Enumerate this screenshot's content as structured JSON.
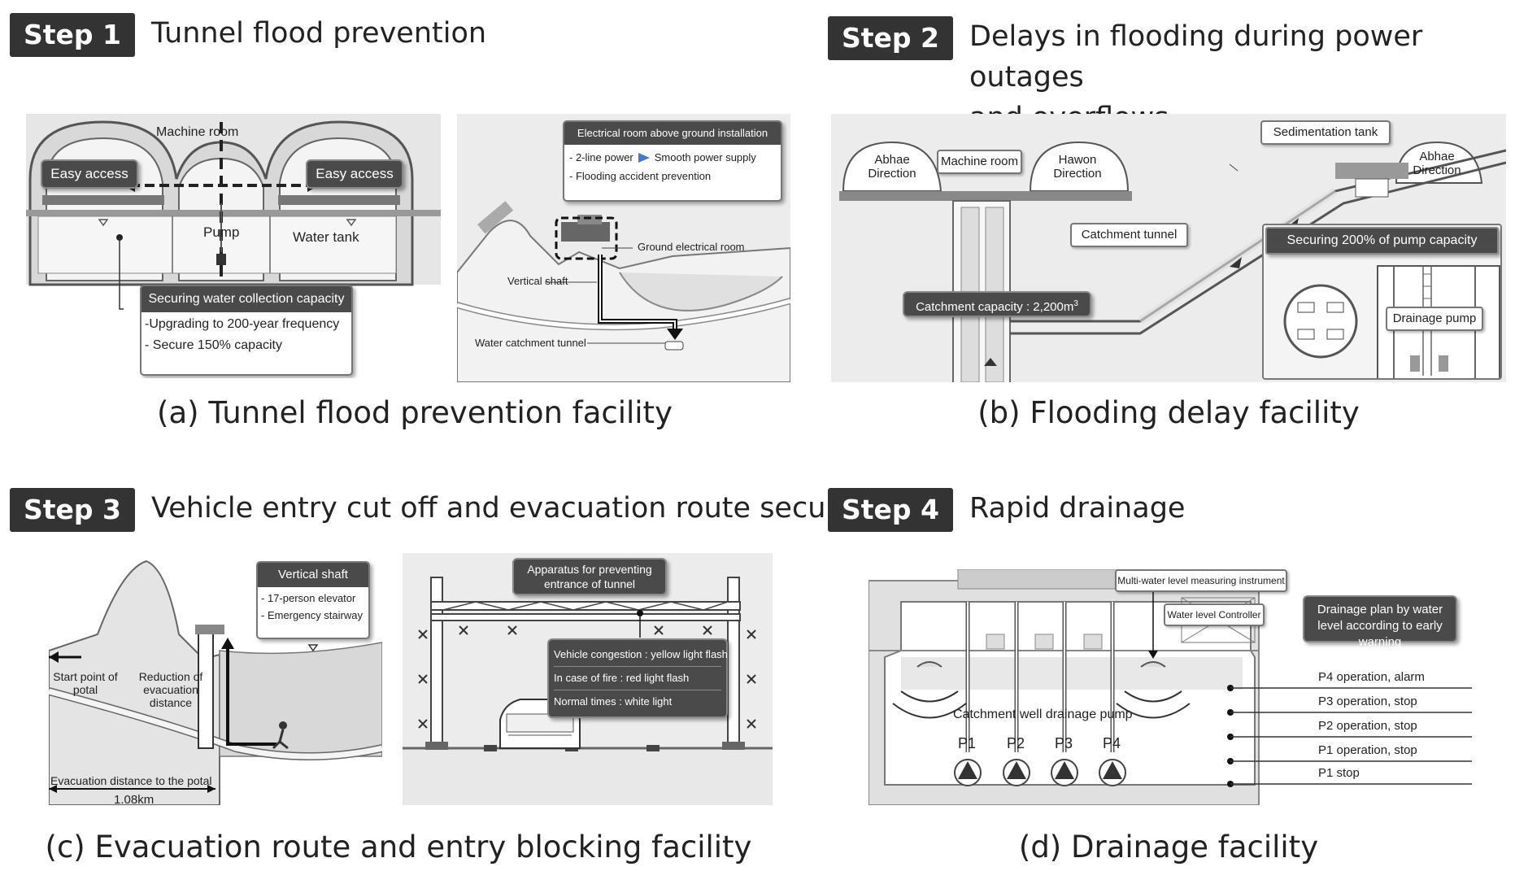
{
  "steps": [
    {
      "badge": "Step 1",
      "title_lines": [
        "Tunnel flood prevention"
      ]
    },
    {
      "badge": "Step 2",
      "title_lines": [
        "Delays in flooding during power outages",
        "and overflows"
      ]
    },
    {
      "badge": "Step 3",
      "title_lines": [
        "Vehicle entry cut off and evacuation route secure"
      ]
    },
    {
      "badge": "Step 4",
      "title_lines": [
        "Rapid drainage"
      ]
    }
  ],
  "captions": {
    "a": "(a) Tunnel flood prevention facility",
    "b": "(b) Flooding delay facility",
    "c": "(c) Evacuation route and entry blocking facility",
    "d": "(d) Drainage facility"
  },
  "panel_a": {
    "machine_room": "Machine room",
    "easy_access": "Easy access",
    "pump": "Pump",
    "water_tank": "Water tank",
    "capacity_box": {
      "title": "Securing water collection capacity",
      "lines": [
        "-Upgrading to 200-year frequency",
        "- Secure 150% capacity"
      ]
    },
    "electrical_box": {
      "title": "Electrical room above ground installation",
      "line1_left": "- 2-line power",
      "line1_right": "Smooth power supply",
      "line2": "- Flooding accident prevention"
    },
    "ground_electrical_room": "Ground electrical room",
    "vertical_shaft": "Vertical shaft",
    "water_catchment_tunnel": "Water catchment tunnel"
  },
  "panel_b": {
    "abhae_direction": "Abhae Direction",
    "machine_room": "Machine room",
    "hawon_direction": "Hawon Direction",
    "sedimentation_tank": "Sedimentation tank",
    "catchment_tunnel": "Catchment tunnel",
    "catchment_capacity_prefix": "Catchment capacity : 2,200m",
    "catchment_capacity_sup": "3",
    "pump_capacity": "Securing 200% of pump capacity",
    "drainage_pump": "Drainage pump"
  },
  "panel_c": {
    "vertical_shaft_box": {
      "title": "Vertical shaft",
      "lines": [
        "- 17-person elevator",
        "- Emergency stairway"
      ]
    },
    "start_point": "Start point of potal",
    "reduction": "Reduction of evacuation distance",
    "evacuation_distance": "Evacuation distance to the potal",
    "distance_value": "1.08km",
    "apparatus": "Apparatus for preventing entrance of tunnel",
    "lights": [
      "Vehicle congestion : yellow light flash",
      "In case of fire : red light flash",
      "Normal times : white light"
    ]
  },
  "panel_d": {
    "multi_water": "Multi-water level measuring instrument",
    "water_level_controller": "Water level Controller",
    "drainage_plan": "Drainage plan by water level according to early warning",
    "catchment_well_pump": "Catchment well drainage pump",
    "pumps": [
      "P1",
      "P2",
      "P3",
      "P4"
    ],
    "levels": [
      "P4 operation, alarm",
      "P3 operation, stop",
      "P2 operation, stop",
      "P1 operation, stop",
      "P1 stop"
    ]
  },
  "colors": {
    "badge": "#333333",
    "box_dark": "#4a4a4a",
    "panel_bg": "#ececec",
    "arrow_blue": "#4a78c8"
  }
}
